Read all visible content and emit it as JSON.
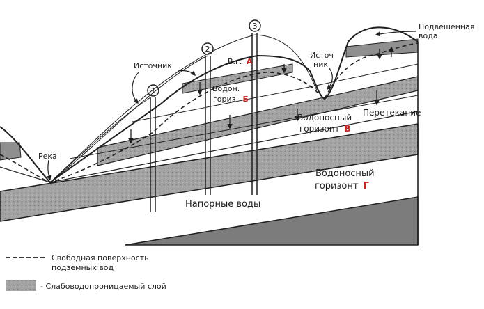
{
  "labels": {
    "suspended_water": [
      "Подвешенная",
      "вода"
    ],
    "source_left": "Источник",
    "source_right": [
      "Источ",
      "ник"
    ],
    "aquifer_a_prefix": "В.г.",
    "aquifer_a_letter": "А",
    "aquifer_b_line1": "Водон.",
    "aquifer_b_prefix": "гориз.",
    "aquifer_b_letter": "Б",
    "aquifer_v_line1": "Водоносный",
    "aquifer_v_prefix": "горизонт",
    "aquifer_v_letter": "В",
    "leakage": "Перетекание",
    "river": "Река",
    "aquifer_g_line1": "Водоносный",
    "aquifer_g_prefix": "горизонт",
    "aquifer_g_letter": "Г",
    "pressure_water": "Напорные воды",
    "well_numbers": [
      "1",
      "2",
      "3"
    ]
  },
  "legend": {
    "free_surface": [
      "Свободная поверхность",
      "подземных вод"
    ],
    "aquitard": "- Слабоводопроницаемый слой"
  },
  "colors": {
    "aquitard_fill": "#8f8f8f",
    "bedrock_fill": "#7c7c7c",
    "line": "#1f1f1f",
    "highlight_letter": "#c62828"
  }
}
